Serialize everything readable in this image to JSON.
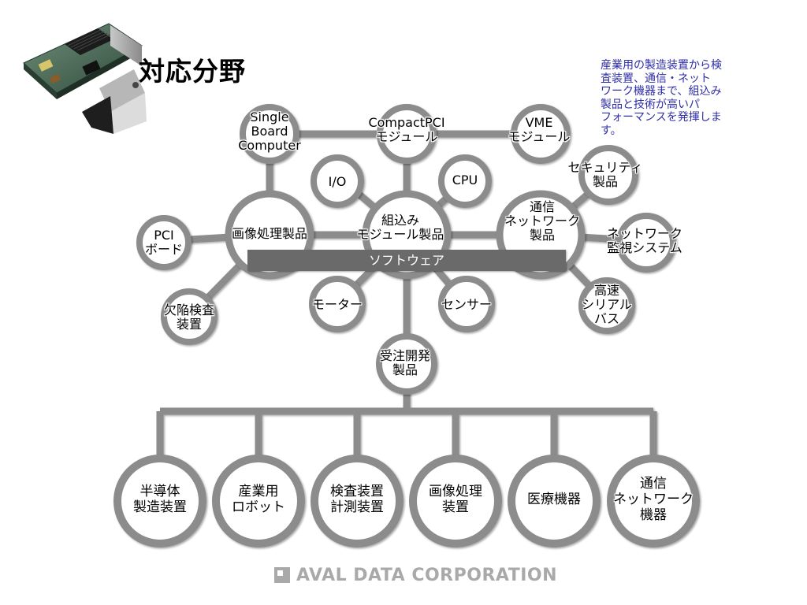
{
  "page": {
    "title": "対応分野",
    "description": "産業用の製造装置から検\n査装置、通信・ネット\nワーク機器まで、組込み\n製品と技術が高いパ\nフォーマンスを発揮しま\nす。",
    "software_bar": "ソフトウェア",
    "footer": "AVAL DATA CORPORATION"
  },
  "nodes": {
    "sbc": "Single\nBoard\nComputer",
    "cpci": "CompactPCI\nモジュール",
    "vme": "VME\nモジュール",
    "io": "I/O",
    "cpu": "CPU",
    "security": "セキュリティ\n製品",
    "pci": "PCI\nボード",
    "image": "画像処理製品",
    "embedded": "組込み\nモジュール製品",
    "network": "通信\nネットワーク\n製品",
    "monitor": "ネットワーク\n監視システム",
    "defect": "欠陥検査\n装置",
    "motor": "モーター",
    "sensor": "センサー",
    "serial": "高速\nシリアル\nバス",
    "custom": "受注開発\n製品"
  },
  "applications": [
    "半導体\n製造装置",
    "産業用\nロボット",
    "検査装置\n計測装置",
    "画像処理\n装置",
    "医療機器",
    "通信\nネットワーク\n機器"
  ]
}
